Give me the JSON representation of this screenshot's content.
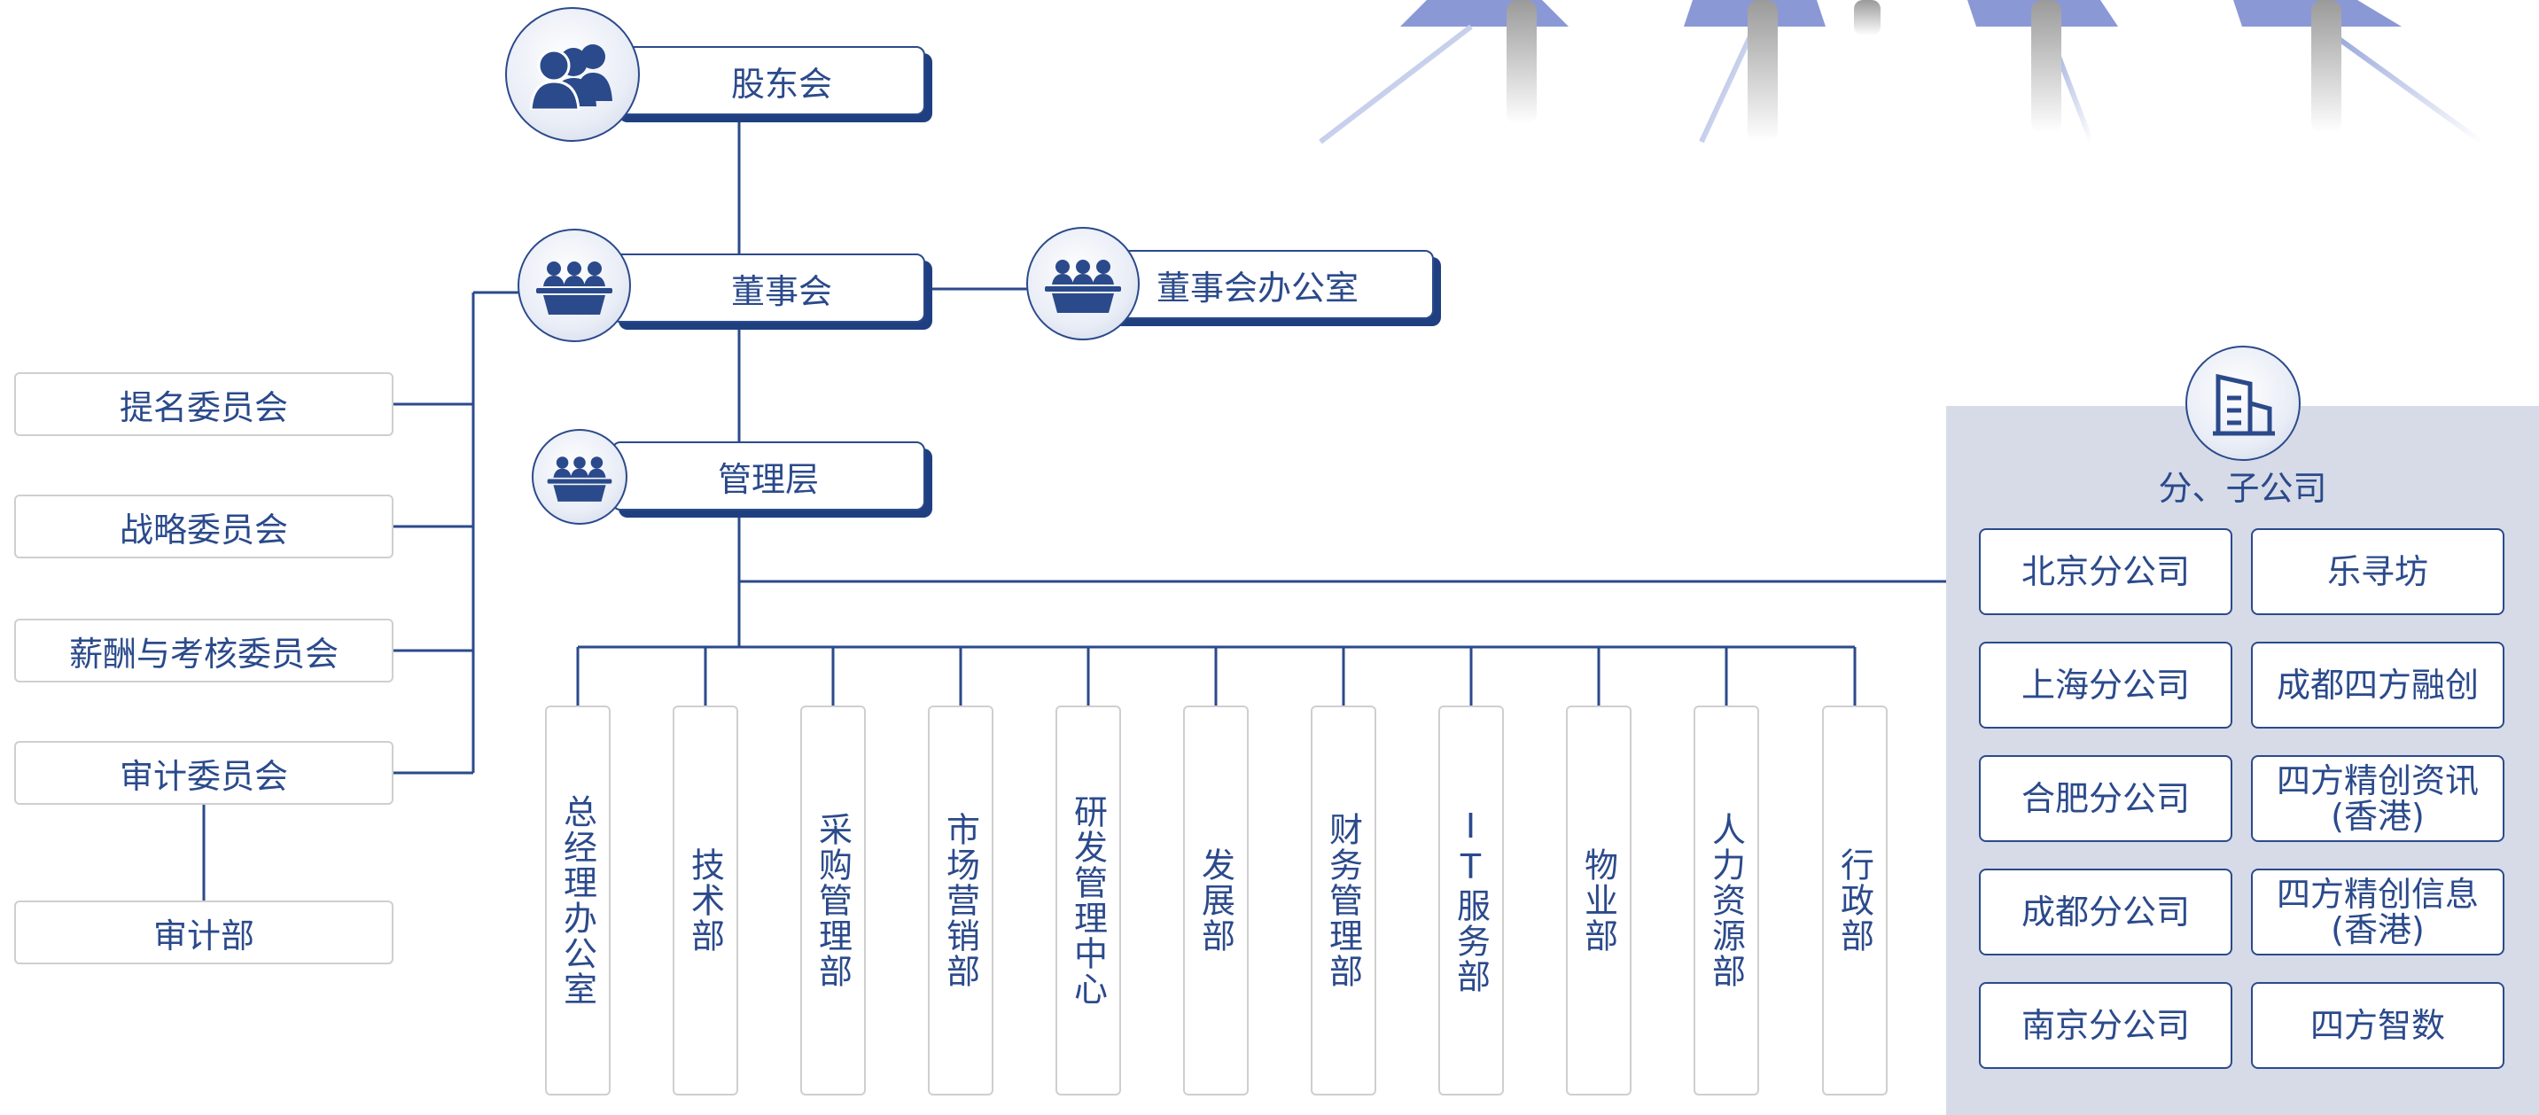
{
  "colors": {
    "primary": "#2b4a8b",
    "shadow": "#1f3f80",
    "panel_bg": "#d6dbe7",
    "box_border": "#cfcfcf"
  },
  "main_nodes": {
    "shareholders": {
      "label": "股东会",
      "icon": "people-group-icon"
    },
    "board": {
      "label": "董事会",
      "icon": "meeting-table-icon"
    },
    "board_office": {
      "label": "董事会办公室",
      "icon": "meeting-table-icon"
    },
    "management": {
      "label": "管理层",
      "icon": "meeting-table-icon"
    }
  },
  "committees": [
    "提名委员会",
    "战略委员会",
    "薪酬与考核委员会",
    "审计委员会"
  ],
  "audit_dept": "审计部",
  "departments": [
    "总经理办公室",
    "技术部",
    "采购管理部",
    "市场营销部",
    "研发管理中心",
    "发展部",
    "财务管理部",
    "IT服务部",
    "物业部",
    "人力资源部",
    "行政部"
  ],
  "subsidiaries": {
    "title": "分、子公司",
    "icon": "building-icon",
    "left": [
      "北京分公司",
      "上海分公司",
      "合肥分公司",
      "成都分公司",
      "南京分公司"
    ],
    "right": [
      {
        "line1": "乐寻坊",
        "line2": ""
      },
      {
        "line1": "成都四方融创",
        "line2": ""
      },
      {
        "line1": "四方精创资讯",
        "line2": "(香港)"
      },
      {
        "line1": "四方精创信息",
        "line2": "(香港)"
      },
      {
        "line1": "四方智数",
        "line2": ""
      }
    ]
  }
}
